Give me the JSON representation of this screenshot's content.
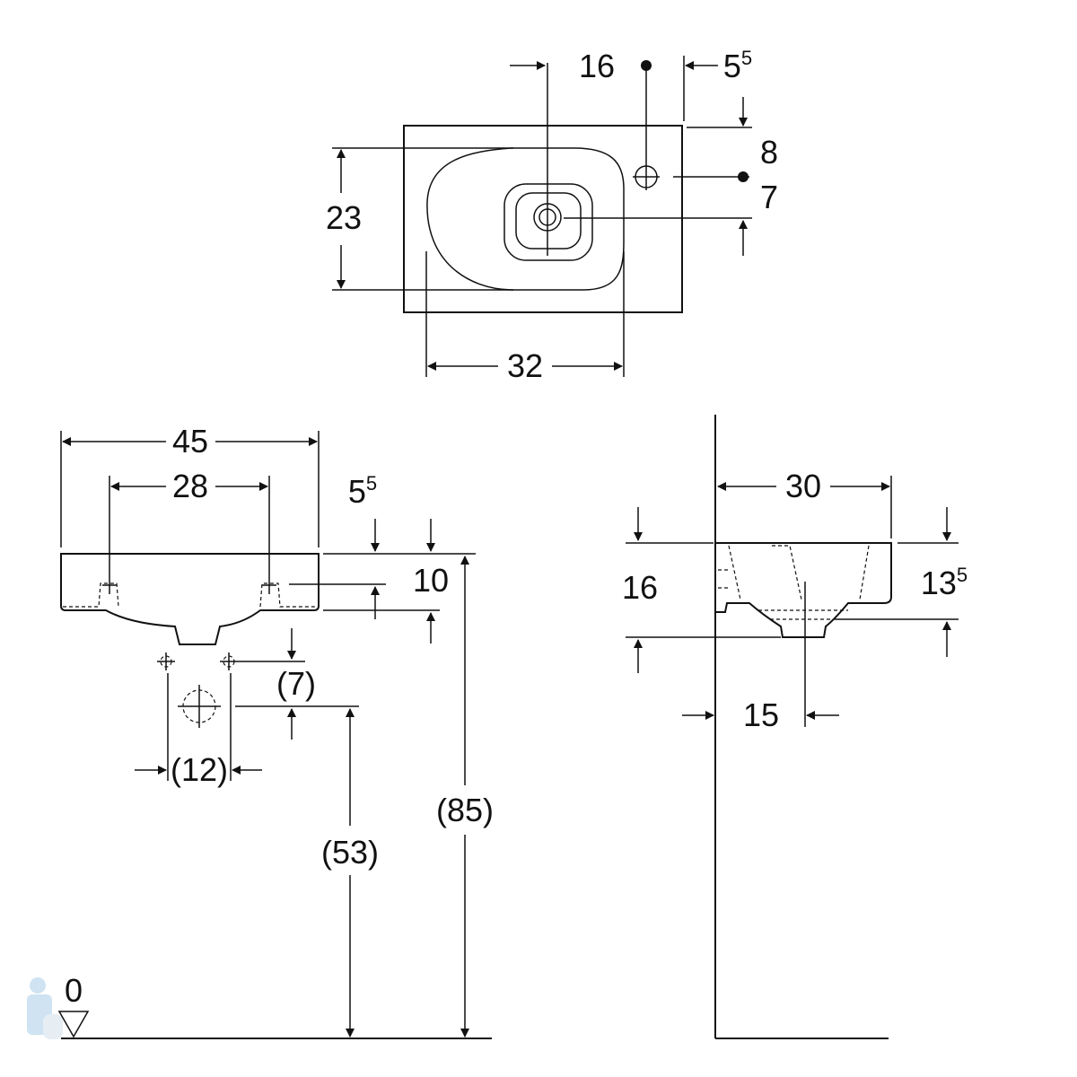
{
  "top_view": {
    "d16": "16",
    "d5_main": "5",
    "d5_sup": "5",
    "d8": "8",
    "d7": "7",
    "d23": "23",
    "d32": "32"
  },
  "front_view": {
    "d45": "45",
    "d28": "28",
    "d5_main": "5",
    "d5_sup": "5",
    "d10": "10",
    "d7": "(7)",
    "d12": "(12)",
    "d53": "(53)",
    "d85": "(85)",
    "floor": "0"
  },
  "side_view": {
    "d30": "30",
    "d16": "16",
    "d13_main": "13",
    "d13_sup": "5",
    "d15": "15"
  },
  "colors": {
    "line": "#111111",
    "watermark": "#cfe3f2"
  }
}
